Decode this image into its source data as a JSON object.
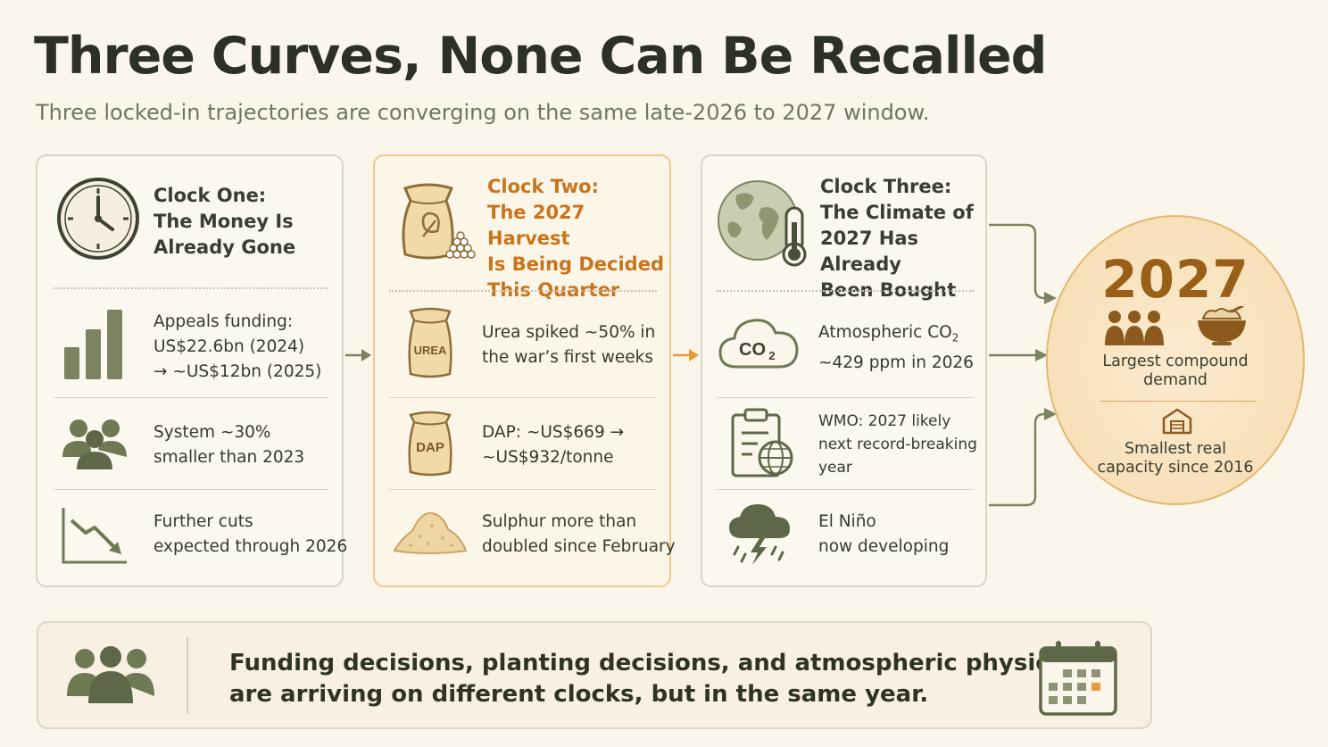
{
  "title": "Three Curves, None Can Be Recalled",
  "subtitle": "Three locked-in trajectories are converging on the same late-2026 to 2027 window.",
  "clock1": {
    "title_lines": [
      "Clock One:",
      "The Money Is",
      "Already Gone"
    ],
    "rows": [
      {
        "lines": [
          "Appeals funding:",
          "US$22.6bn (2024)",
          "→ ~US$12bn (2025)"
        ]
      },
      {
        "lines": [
          "System ~30%",
          "smaller than 2023"
        ]
      },
      {
        "lines": [
          "Further cuts",
          "expected through 2026"
        ]
      }
    ]
  },
  "clock2": {
    "title_lines": [
      "Clock Two:",
      "The 2027 Harvest",
      "Is Being Decided",
      "This Quarter"
    ],
    "bag_label_urea": "UREA",
    "bag_label_dap": "DAP",
    "rows": [
      {
        "lines": [
          "Urea spiked ~50% in",
          "the war’s first weeks"
        ]
      },
      {
        "lines": [
          "DAP: ~US$669 →",
          "~US$932/tonne"
        ]
      },
      {
        "lines": [
          "Sulphur more than",
          "doubled since February"
        ]
      }
    ]
  },
  "clock3": {
    "title_lines": [
      "Clock Three:",
      "The Climate of",
      "2027 Has Already",
      "Been Bought"
    ],
    "co2_label": "CO",
    "co2_sub": "2",
    "rows": [
      {
        "lines": [
          "Atmospheric CO",
          "~429 ppm in 2026"
        ],
        "sub": "2"
      },
      {
        "lines": [
          "WMO: 2027 likely",
          "next record-breaking",
          "year"
        ]
      },
      {
        "lines": [
          "El Niño",
          "now developing"
        ]
      }
    ]
  },
  "outcome": {
    "year": "2027",
    "line1": [
      "Largest compound",
      "demand"
    ],
    "line2": [
      "Smallest real",
      "capacity since 2016"
    ]
  },
  "footer": {
    "lines": [
      "Funding decisions, planting decisions, and atmospheric physics",
      "are arriving on different clocks, but in the same year."
    ]
  },
  "colors": {
    "olive": "#6f7a55",
    "orange": "#c9741a",
    "tan": "#d9a86b",
    "accent_year": "#9a5f17"
  }
}
